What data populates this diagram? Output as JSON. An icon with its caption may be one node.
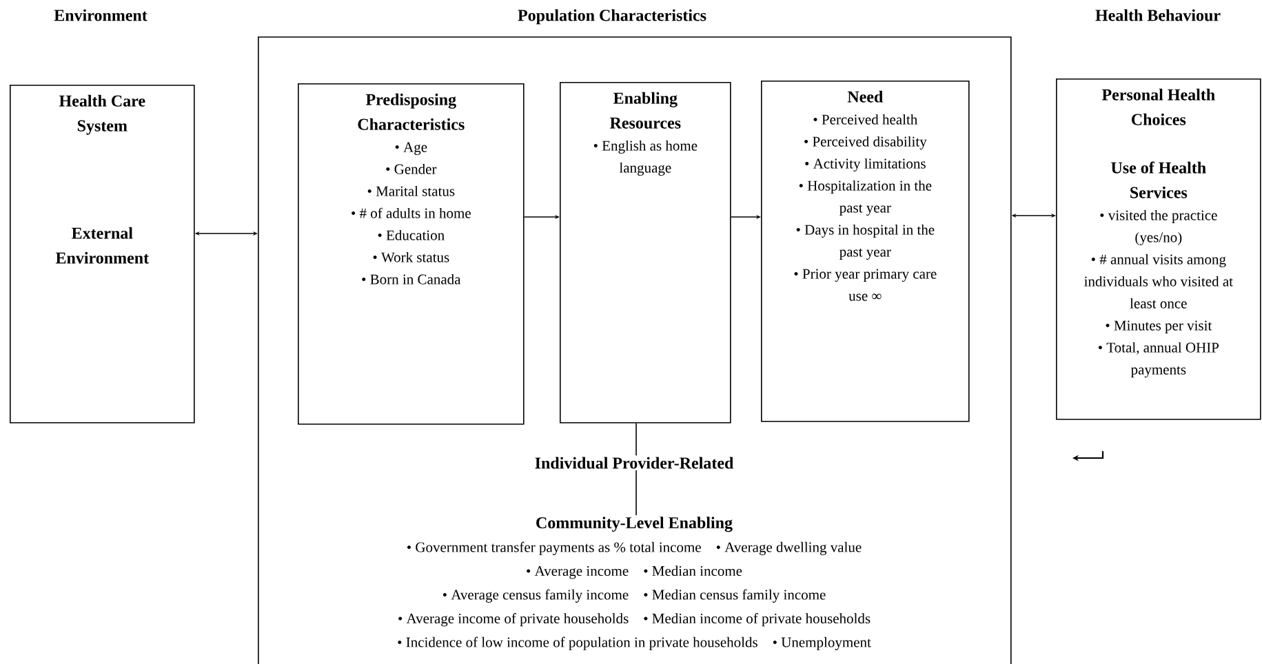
{
  "diagram": {
    "nodes": [
      {
        "text": [
          "Environment",
          "Health Care System",
          "External Environment"
        ]
      },
      {
        "text": [
          "Population Characteristics"
        ]
      },
      {
        "text": [
          "Predisposing Characteristics",
          "• Age",
          "• Gender",
          "• Marital status",
          "• # of adults in home",
          "• Education",
          "• Work status",
          "• Born in Canada"
        ],
        "in": 1
      },
      {
        "text": [
          "Enabling Resources",
          "• English as home language"
        ],
        "in": 1
      },
      {
        "text": [
          "Need",
          "• Perceived health",
          "• Perceived disability",
          "• Activity limitations",
          "• Hospitalization in the past year",
          "• Days in hospital in the past year",
          "• Prior year primary care use ∞"
        ],
        "in": 1
      },
      {
        "text": [
          "Individual Provider-Related"
        ],
        "in": 1
      },
      {
        "text": [
          "Community-Level Enabling",
          "• Government transfer payments as % total income",
          "• Average dwelling value",
          "• Average income",
          "• Median income",
          "• Average census family income",
          "• Median census family income",
          "• Average income of private households",
          "• Median income of private households",
          "• Incidence of low income of population in private households",
          "• Unemployment"
        ],
        "in": 1
      },
      {
        "text": [
          "Health Behaviour",
          "Personal Health Choices",
          "Use of Health Services",
          "• visited the practice (yes/no)",
          "• # annual visits among individuals who visited at least once",
          "• Minutes per visit",
          "• Total, annual OHIP payments"
        ]
      }
    ],
    "edges": [
      {
        "from": 0,
        "to": 1,
        "arrow": "both"
      },
      {
        "from": 2,
        "to": 3,
        "arrow": "to"
      },
      {
        "from": 3,
        "to": 4,
        "arrow": "to"
      },
      {
        "from": 1,
        "to": 7,
        "arrow": "both"
      },
      {
        "from": 3,
        "to": 5,
        "arrow": "none"
      },
      {
        "from": 5,
        "to": 6,
        "arrow": "none"
      }
    ]
  }
}
